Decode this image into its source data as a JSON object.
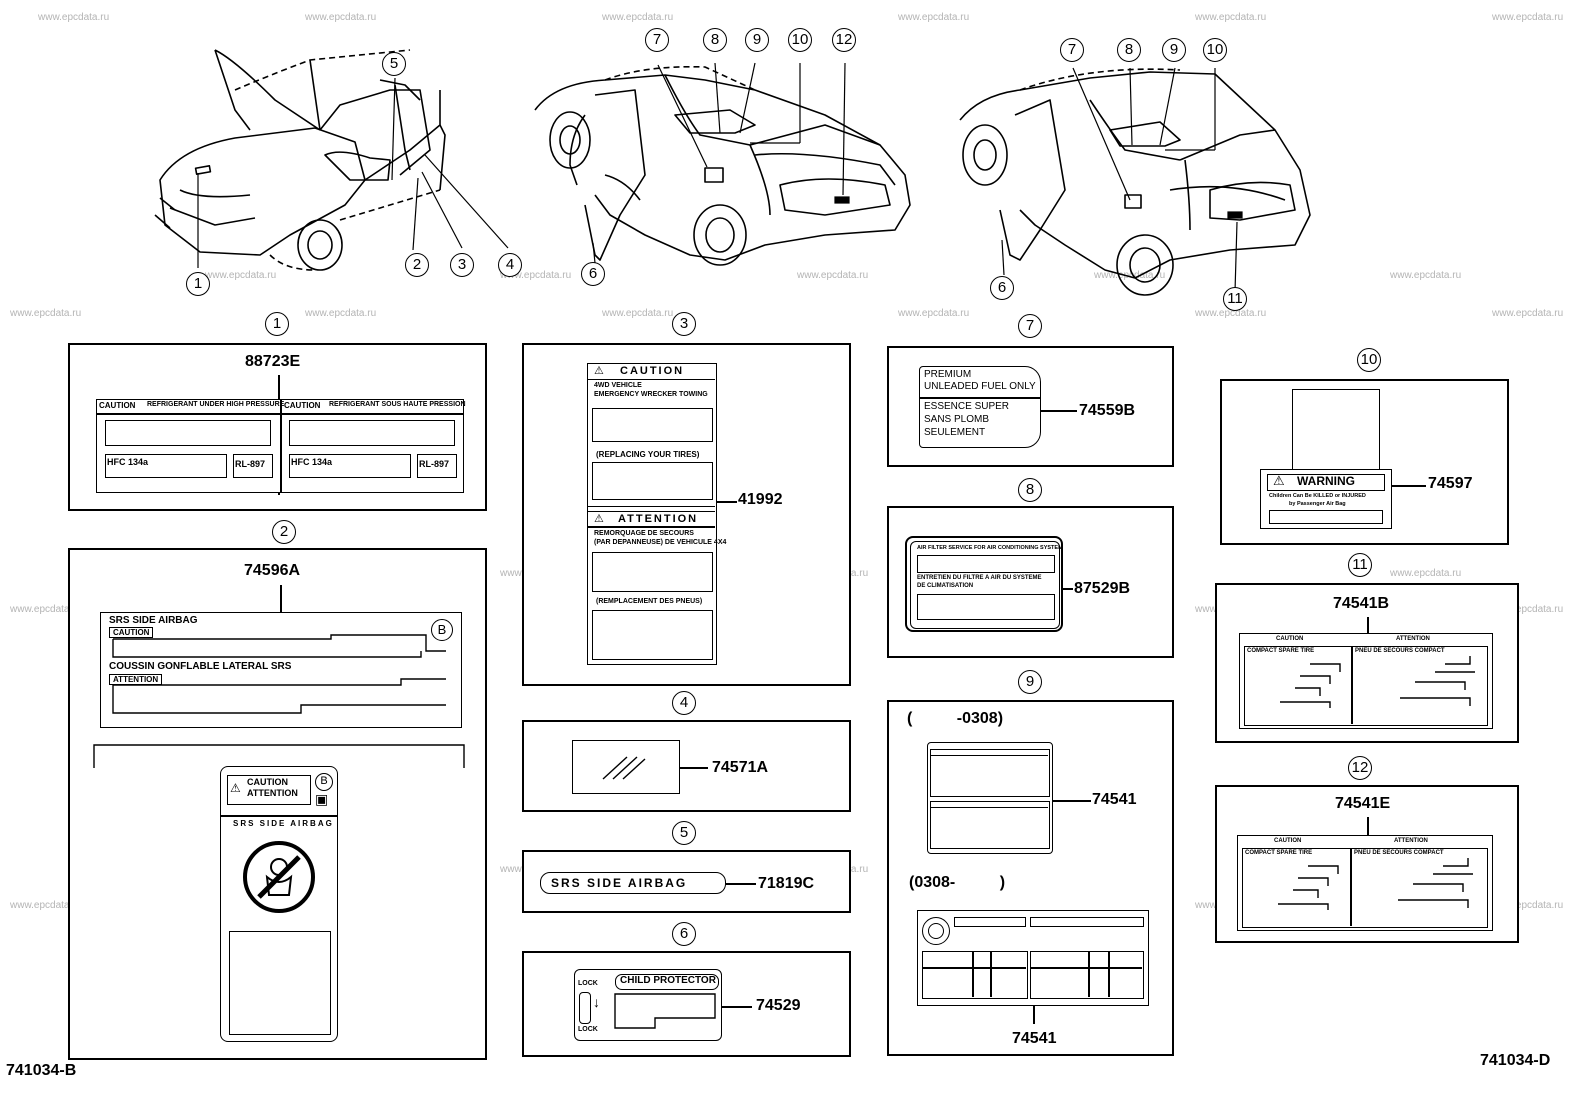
{
  "watermark": "www.epcdata.ru",
  "diagram_codes": {
    "left": "741034-B",
    "right": "741034-D"
  },
  "callouts": [
    "1",
    "2",
    "3",
    "4",
    "5",
    "6",
    "7",
    "8",
    "9",
    "10",
    "11",
    "12"
  ],
  "labels": {
    "l1": {
      "part": "88723E",
      "caution": "CAUTION",
      "refrigerant_en": "REFRIGERANT UNDER HIGH PRESSURE",
      "refrigerant_fr": "REFRIGERANT SOUS HAUTE PRESSION",
      "hfc": "HFC 134a",
      "oil": "RL-897"
    },
    "l2": {
      "part": "74596A",
      "srs_en": "SRS SIDE AIRBAG",
      "caution": "CAUTION",
      "srs_fr": "COUSSIN GONFLABLE LATERAL SRS",
      "attention": "ATTENTION",
      "badge": "B",
      "caution_attention_1": "CAUTION",
      "caution_attention_2": "ATTENTION",
      "panel_title": "SRS SIDE AIRBAG"
    },
    "l3": {
      "part": "41992",
      "caution": "CAUTION",
      "line1": "4WD VEHICLE",
      "line2": "EMERGENCY WRECKER TOWING",
      "replacing": "(REPLACING YOUR TIRES)",
      "attention": "ATTENTION",
      "fr1": "REMORQUAGE DE SECOURS",
      "fr2": "(PAR DEPANNEUSE) DE VEHICULE 4X4",
      "fr3": "(REMPLACEMENT DES PNEUS)"
    },
    "l4": {
      "part": "74571A"
    },
    "l5": {
      "part": "71819C",
      "text": "SRS SIDE AIRBAG"
    },
    "l6": {
      "part": "74529",
      "title": "CHILD PROTECTOR",
      "lock_top": "LOCK",
      "lock_bottom": "LOCK"
    },
    "l7": {
      "part": "74559B",
      "en1": "PREMIUM",
      "en2": "UNLEADED FUEL ONLY",
      "fr1": "ESSENCE SUPER",
      "fr2": "SANS PLOMB",
      "fr3": "SEULEMENT"
    },
    "l8": {
      "part": "87529B",
      "en": "AIR FILTER SERVICE FOR AIR CONDITIONING SYSTEM",
      "fr1": "ENTRETIEN DU FILTRE A AIR DU SYSTEME",
      "fr2": "DE CLIMATISATION"
    },
    "l9": {
      "part_a": "74541",
      "part_b": "74541",
      "range_a": "(          -0308)",
      "range_b": "(0308-          )"
    },
    "l10": {
      "part": "74597",
      "warning": "WARNING",
      "text1": "Children Can Be KILLED or INJURED",
      "text2": "by Passenger Air Bag"
    },
    "l11": {
      "part": "74541B",
      "caution": "CAUTION",
      "attention": "ATTENTION",
      "left_title": "COMPACT SPARE TIRE",
      "right_title": "PNEU DE SECOURS COMPACT"
    },
    "l12": {
      "part": "74541E",
      "caution": "CAUTION",
      "attention": "ATTENTION",
      "left_title": "COMPACT SPARE TIRE",
      "right_title": "PNEU DE SECOURS COMPACT"
    }
  }
}
